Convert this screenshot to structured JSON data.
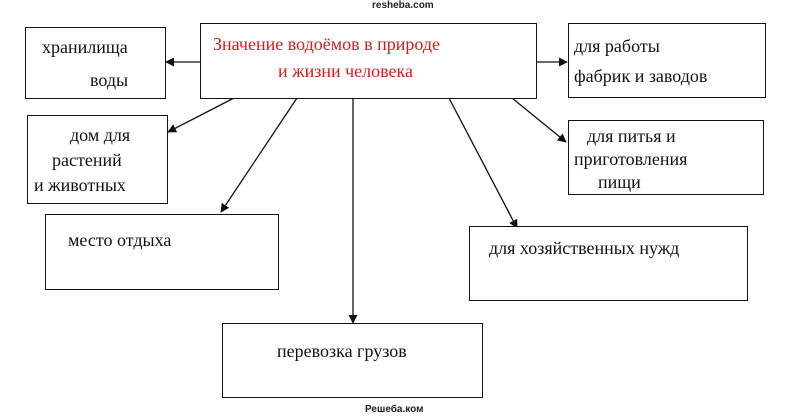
{
  "watermarks": {
    "top": "resheba.com",
    "bottom": "Решеба.ком"
  },
  "diagram": {
    "center": {
      "lines": [
        "Значение водоёмов  в природе",
        "и жизни человека"
      ]
    },
    "boxes": {
      "storage": {
        "lines": [
          "хранилища",
          "воды"
        ]
      },
      "habitat": {
        "lines": [
          "дом для",
          "растений",
          "и животных"
        ]
      },
      "rest": {
        "lines": [
          "место отдыха"
        ]
      },
      "transport": {
        "lines": [
          "перевозка грузов"
        ]
      },
      "factories": {
        "lines": [
          "для работы",
          "фабрик и заводов"
        ]
      },
      "drinking": {
        "lines": [
          "для питья и",
          "приготовления",
          "пищи"
        ]
      },
      "household": {
        "lines": [
          "для хозяйственных нужд"
        ]
      }
    }
  },
  "colors": {
    "center_text": "#d41c1c",
    "text": "#111111",
    "lines": "#111111"
  }
}
